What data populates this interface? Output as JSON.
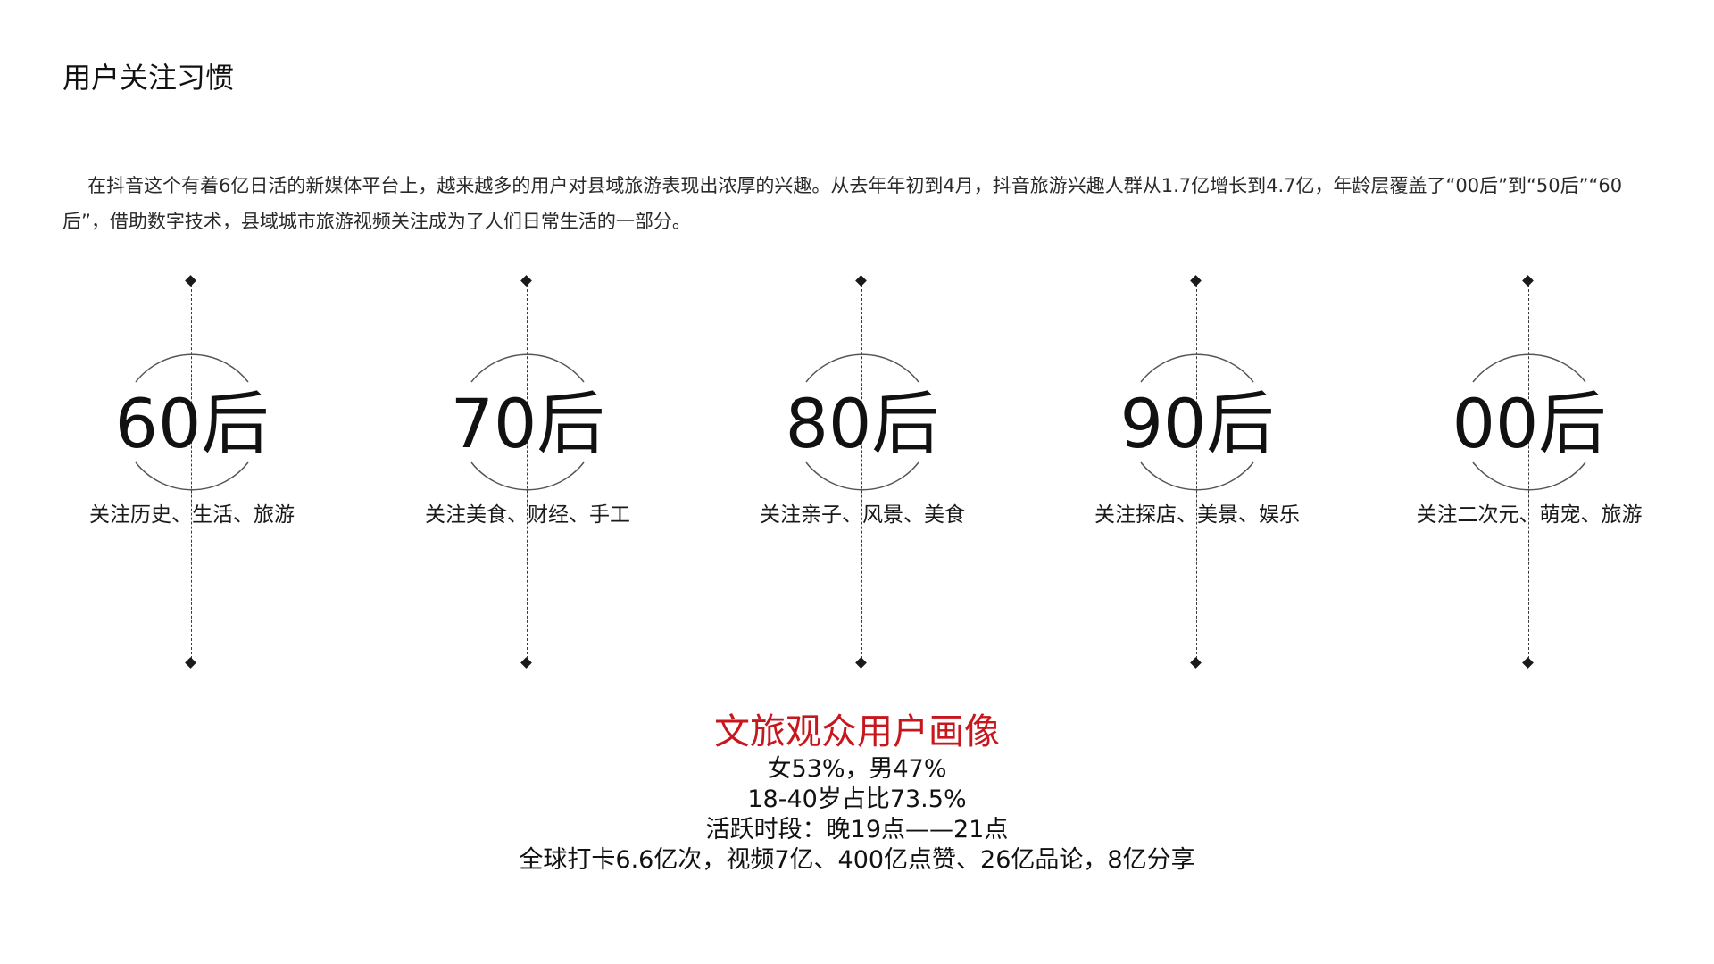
{
  "page": {
    "title": "用户关注习惯",
    "intro": "在抖音这个有着6亿日活的新媒体平台上，越来越多的用户对县域旅游表现出浓厚的兴趣。从去年年初到4月，抖音旅游兴趣人群从1.7亿增长到4.7亿，年龄层覆盖了“00后”到“50后”“60后”，借助数字技术，县域城市旅游视频关注成为了人们日常生活的一部分。"
  },
  "timeline": [
    {
      "label": "60后",
      "desc": "关注历史、生活、旅游"
    },
    {
      "label": "70后",
      "desc": "关注美食、财经、手工"
    },
    {
      "label": "80后",
      "desc": "关注亲子、风景、美食"
    },
    {
      "label": "90后",
      "desc": "关注探店、美景、娱乐"
    },
    {
      "label": "00后",
      "desc": "关注二次元、萌宠、旅游"
    }
  ],
  "portrait": {
    "title": "文旅观众用户画像",
    "lines": [
      "女53%，男47%",
      "18-40岁占比73.5%",
      "活跃时段：晚19点——21点",
      "全球打卡6.6亿次，视频7亿、400亿点赞、26亿品论，8亿分享"
    ]
  },
  "colors": {
    "accent": "#c8161d",
    "text": "#111111",
    "line": "#3a3a3a"
  }
}
